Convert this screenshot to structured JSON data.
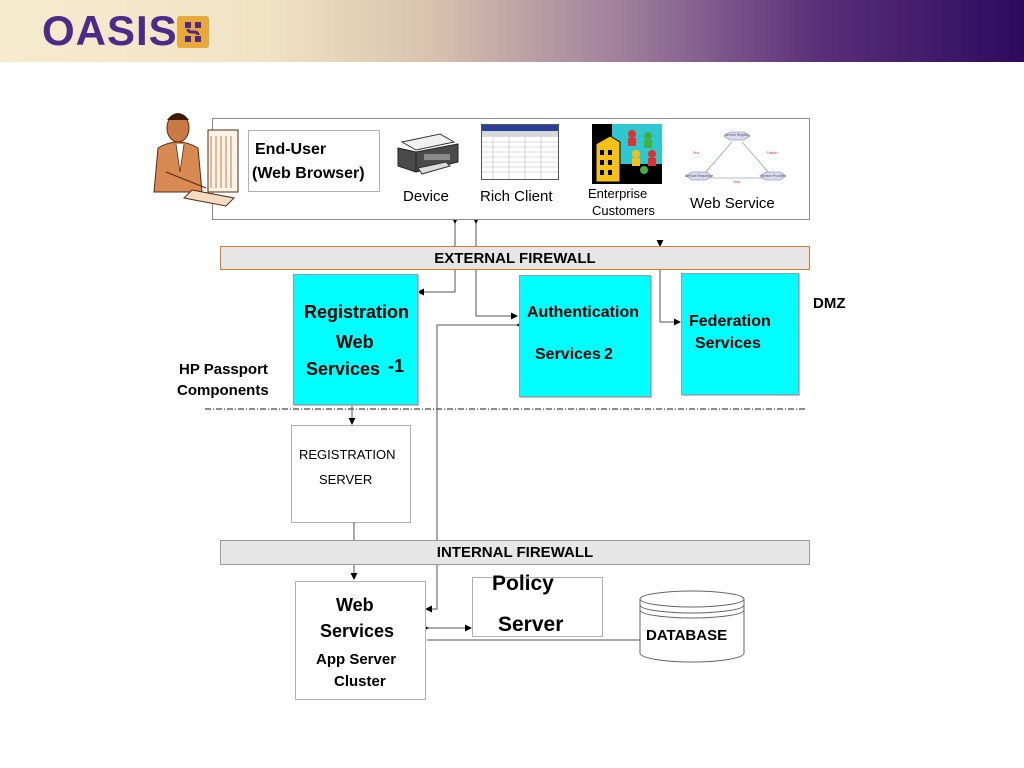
{
  "header": {
    "logo_text": "OASIS",
    "logo_icon": "oasis-logo-mark-icon"
  },
  "diagram": {
    "end_user": {
      "line1": "End-User",
      "line2": "(Web Browser)"
    },
    "clients": [
      {
        "label": "Device",
        "icon": "printer-icon"
      },
      {
        "label": "Rich Client",
        "icon": "spreadsheet-window-icon"
      },
      {
        "label_line1": "Enterprise",
        "label_line2": "Customers",
        "icon": "enterprise-building-icon"
      },
      {
        "label": "Web Service",
        "icon": "web-service-cycle-icon"
      }
    ],
    "web_service_diagram_labels": [
      "Service Registry",
      "Find",
      "Publish",
      "Service Requestor",
      "Bind",
      "Service Provider"
    ],
    "person_icon": "person-at-computer-icon",
    "external_firewall": "EXTERNAL FIREWALL",
    "internal_firewall": "INTERNAL FIREWALL",
    "dmz": "DMZ",
    "hp_passport": {
      "line1": "HP Passport",
      "line2": "Components"
    },
    "registration_ws": {
      "line1": "Registration",
      "line2": "Web",
      "line3": "Services",
      "suffix": "-1"
    },
    "authentication_ws": {
      "line1": "Authentication",
      "line2": "Services",
      "suffix": "2"
    },
    "federation": {
      "line1": "Federation",
      "line2": "Services"
    },
    "registration_server": {
      "line1": "REGISTRATION",
      "line2": "SERVER"
    },
    "app_server": {
      "line1": "Web",
      "line2": "Services",
      "line3": "App Server",
      "line4": "Cluster"
    },
    "policy_server": {
      "line1": "Policy",
      "line2": "Server"
    },
    "database": "DATABASE",
    "colors": {
      "component_fill": "#00ffff",
      "firewall_fill": "#e6e6e6",
      "brand_purple": "#4d2a8a",
      "logo_gold": "#e8a93a"
    }
  }
}
